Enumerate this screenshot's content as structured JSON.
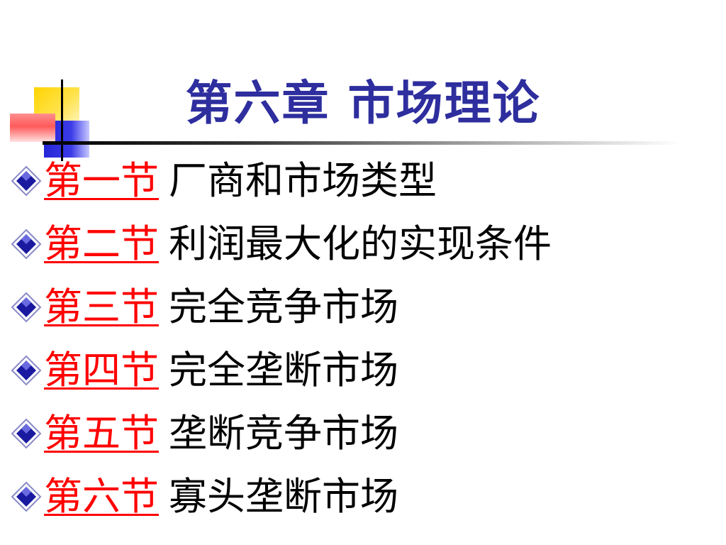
{
  "title": "第六章 市场理论",
  "sections": [
    {
      "label": "第一节",
      "title": "厂商和市场类型"
    },
    {
      "label": "第二节",
      "title": "利润最大化的实现条件"
    },
    {
      "label": "第三节",
      "title": "完全竞争市场"
    },
    {
      "label": "第四节",
      "title": "完全垄断市场"
    },
    {
      "label": "第五节",
      "title": "垄断竞争市场"
    },
    {
      "label": "第六节",
      "title": "寡头垄断市场"
    }
  ],
  "icons": {
    "bullet": "diamond-bullet-icon",
    "logo": "corner-squares-logo"
  },
  "colors": {
    "title": "#2e2e9e",
    "link": "#ff0000",
    "text": "#000000",
    "bullet": "#1a1aa0"
  }
}
